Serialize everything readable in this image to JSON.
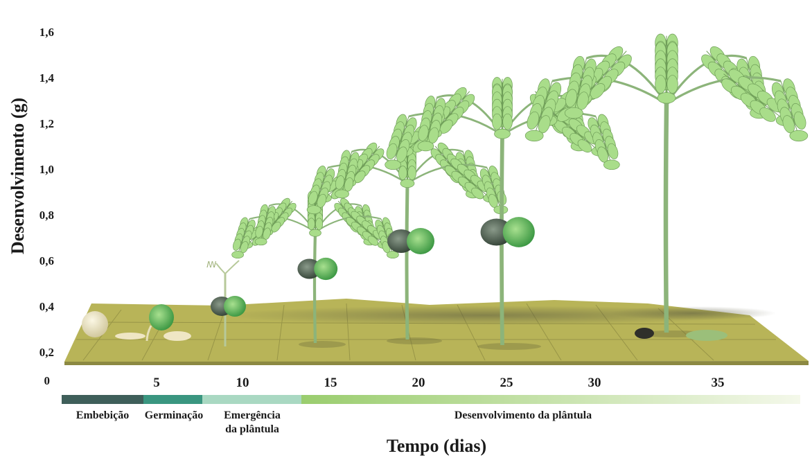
{
  "figure": {
    "y_axis": {
      "title": "Desenvolvimento (g)",
      "ticks": [
        "0,2",
        "0,4",
        "0,6",
        "0,8",
        "1,0",
        "1,2",
        "1,4",
        "1,6"
      ],
      "origin_label": "0"
    },
    "x_axis": {
      "title": "Tempo (dias)",
      "ticks": [
        "5",
        "10",
        "15",
        "20",
        "25",
        "30",
        "35"
      ]
    },
    "phases": [
      {
        "label": "Embebição",
        "color": "#3f5f5a"
      },
      {
        "label": "Germinação",
        "color": "#3a9680"
      },
      {
        "label": "Emergência",
        "label2": "da plântula",
        "color": "#a9d8c2"
      },
      {
        "label": "Desenvolvimento da plântula",
        "color": "#9acd6e",
        "color_end": "#f4f8ea"
      }
    ],
    "colors": {
      "ground": "#b8b458",
      "ground_line": "#8a8740",
      "leaf": "#a9dd8a",
      "leaf_stroke": "#6f9e58",
      "stem": "#8cb47a",
      "seed": "#e8e0b8"
    },
    "stages": [
      {
        "day": 1,
        "stage": "seed"
      },
      {
        "day": 5,
        "stage": "germination"
      },
      {
        "day": 10,
        "stage": "emergence"
      },
      {
        "day": 15,
        "stage": "seedling"
      },
      {
        "day": 20,
        "stage": "seedling"
      },
      {
        "day": 25,
        "stage": "seedling"
      },
      {
        "day": 35,
        "stage": "seedling"
      }
    ]
  }
}
